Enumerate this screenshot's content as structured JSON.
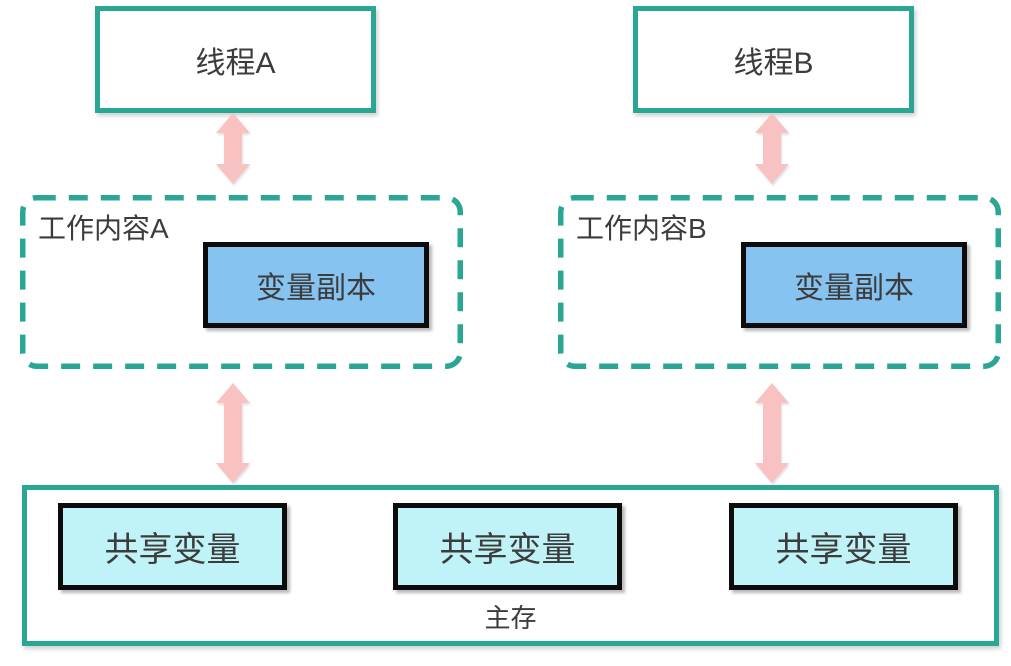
{
  "diagram": {
    "threads": [
      {
        "label": "线程A"
      },
      {
        "label": "线程B"
      }
    ],
    "workspaces": [
      {
        "label": "工作内容A",
        "variable_copy": "变量副本"
      },
      {
        "label": "工作内容B",
        "variable_copy": "变量副本"
      }
    ],
    "main_memory": {
      "label": "主存",
      "shared_variables": [
        "共享变量",
        "共享变量",
        "共享变量"
      ]
    },
    "colors": {
      "teal_border": "#2AA695",
      "pink_arrow": "#F8C2C2",
      "variable_copy_fill": "#87C3F0",
      "shared_variable_fill": "#BFF3F7",
      "inner_border": "#0C0C0C",
      "text": "#3C3C3C"
    }
  }
}
